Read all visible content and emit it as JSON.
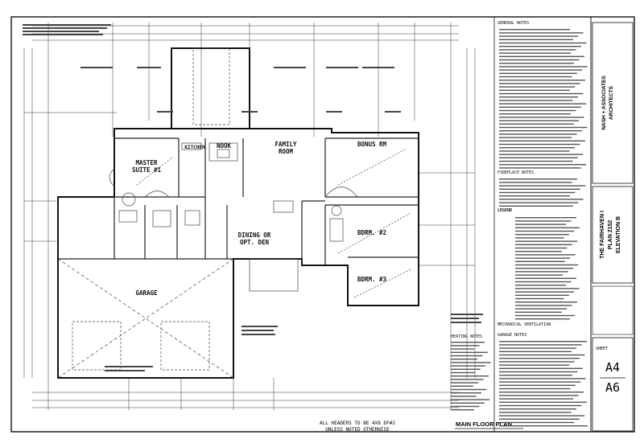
{
  "rooms": {
    "master": "MASTER\nSUITE #1",
    "kitchen": "KITCHEN",
    "nook": "NOOK",
    "family": "FAMILY\nROOM",
    "bonus": "BONUS RM",
    "dining": "DINING OR\nOPT. DEN",
    "garage": "GARAGE",
    "bdrm2": "BDRM. #2",
    "bdrm3": "BDRM. #3"
  },
  "general_notes_title": "GENERAL NOTES",
  "fireplace_notes_title": "FIREPLACE NOTES",
  "legend_title": "LEGEND",
  "heating_notes_title": "HEATING NOTES",
  "mechanical_title": "MECHANICAL VENTILATION",
  "garage_notes_title": "GARAGE NOTES",
  "footer_note": "ALL HEADERS TO BE 4X8 DF#2\nUNLESS NOTED OTHERWISE",
  "sheet_title": "MAIN FLOOR PLAN",
  "title_block": {
    "firm": "NASH + ASSOCIATES\nARCHITECTS",
    "project": "THE FAIRHAVEN I\nPLAN 2152\nELEVATION B",
    "sheet_label": "SHEET",
    "sheet_number": "A4",
    "sheet_total": "A6"
  }
}
